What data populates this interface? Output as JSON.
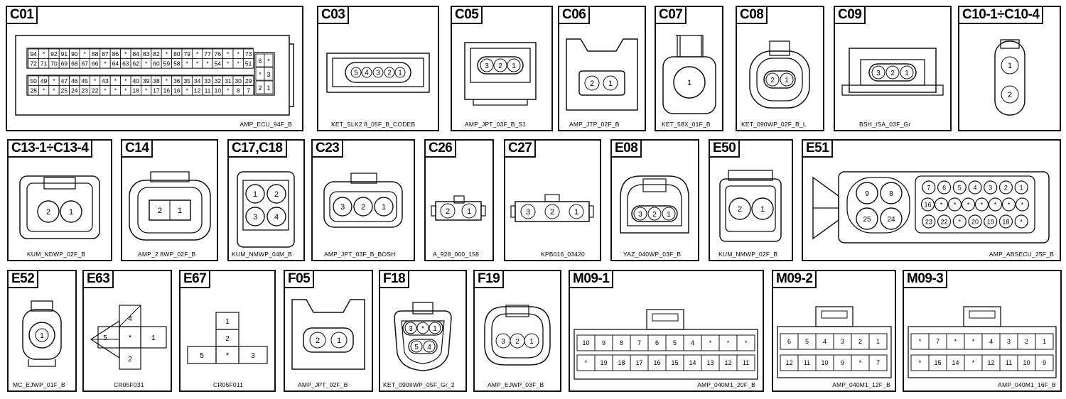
{
  "panels": [
    {
      "code": "C01",
      "caption": "AMP_ECU_94F_B"
    },
    {
      "code": "C03",
      "caption": "KET_SLK2 8_05F_B_CODEB",
      "pins": [
        "5",
        "4",
        "3",
        "2",
        "1"
      ]
    },
    {
      "code": "C05",
      "caption": "AMP_JPT_03F_B_S1",
      "pins": [
        "3",
        "2",
        "1"
      ]
    },
    {
      "code": "C06",
      "caption": "AMP_JTP_02F_B",
      "pins": [
        "2",
        "1"
      ]
    },
    {
      "code": "C07",
      "caption": "KET_58X_01F_B",
      "pins": [
        "1"
      ]
    },
    {
      "code": "C08",
      "caption": "KET_090WP_02F_B_L",
      "pins": [
        "2",
        "1"
      ]
    },
    {
      "code": "C09",
      "caption": "BSH_ISA_03F_Gr",
      "pins": [
        "3",
        "2",
        "1"
      ]
    },
    {
      "code": "C10-1÷C10-4",
      "caption": "",
      "pins": [
        "1",
        "2"
      ]
    },
    {
      "code": "C13-1÷C13-4",
      "caption": "KUM_NDWP_02F_B",
      "pins": [
        "2",
        "1"
      ]
    },
    {
      "code": "C14",
      "caption": "AMP_2 8WP_02F_B",
      "pins": [
        "2",
        "1"
      ]
    },
    {
      "code": "C17,C18",
      "caption": "KUM_NMWP_04M_B",
      "pins": [
        "1",
        "2",
        "3",
        "4"
      ]
    },
    {
      "code": "C23",
      "caption": "AMP_JPT_03F_B_BOSH",
      "pins": [
        "3",
        "2",
        "1"
      ]
    },
    {
      "code": "C26",
      "caption": "A_928_000_158",
      "pins": [
        "2",
        "1"
      ]
    },
    {
      "code": "C27",
      "caption": "KPB016_03420",
      "pins": [
        "3",
        "2",
        "1"
      ]
    },
    {
      "code": "E08",
      "caption": "YAZ_040WP_03F_B",
      "pins": [
        "3",
        "2",
        "1"
      ]
    },
    {
      "code": "E50",
      "caption": "KUM_NMWP_02F_B",
      "pins": [
        "2",
        "1"
      ]
    },
    {
      "code": "E51",
      "caption": "AMP_ABSECU_25F_B"
    },
    {
      "code": "E52",
      "caption": "MC_EJWP_01F_B",
      "pins": [
        "1"
      ]
    },
    {
      "code": "E63",
      "caption": "CR05F031",
      "pins": [
        "4",
        "5",
        "*",
        "1",
        "2"
      ]
    },
    {
      "code": "E67",
      "caption": "CR05F011",
      "pins": [
        "1",
        "2",
        "5",
        "*",
        "3"
      ]
    },
    {
      "code": "F05",
      "caption": "AMP_JPT_02F_B",
      "pins": [
        "2",
        "1"
      ]
    },
    {
      "code": "F18",
      "caption": "KET_090IIWP_05F_Gr_2",
      "pins": [
        "3",
        "*",
        "1",
        "5",
        "4"
      ]
    },
    {
      "code": "F19",
      "caption": "AMP_EJWP_03F_B",
      "pins": [
        "3",
        "2",
        "1"
      ]
    },
    {
      "code": "M09-1",
      "caption": "AMP_040M1_20F_B",
      "rows": [
        [
          "10",
          "9",
          "8",
          "7",
          "6",
          "5",
          "4",
          "*",
          "*",
          "*"
        ],
        [
          "*",
          "19",
          "18",
          "17",
          "16",
          "15",
          "14",
          "13",
          "12",
          "11"
        ]
      ]
    },
    {
      "code": "M09-2",
      "caption": "AMP_040M1_12F_B",
      "rows": [
        [
          "6",
          "5",
          "4",
          "3",
          "2",
          "1"
        ],
        [
          "12",
          "11",
          "10",
          "9",
          "*",
          "7"
        ]
      ]
    },
    {
      "code": "M09-3",
      "caption": "AMP_040M1_16F_B",
      "rows": [
        [
          "*",
          "7",
          "*",
          "*",
          "4",
          "3",
          "2",
          "1"
        ],
        [
          "*",
          "15",
          "14",
          "*",
          "12",
          "11",
          "10",
          "9"
        ]
      ]
    }
  ],
  "c01": {
    "rows": [
      [
        "94",
        "*",
        "92",
        "91",
        "90",
        "*",
        "88",
        "87",
        "86",
        "*",
        "84",
        "83",
        "82",
        "*",
        "80",
        "79",
        "*",
        "77",
        "76",
        "*",
        "*",
        "73"
      ],
      [
        "72",
        "71",
        "70",
        "69",
        "68",
        "67",
        "66",
        "*",
        "64",
        "63",
        "62",
        "*",
        "60",
        "59",
        "58",
        "*",
        "*",
        "*",
        "54",
        "*",
        "*",
        "51"
      ],
      [
        "50",
        "49",
        "*",
        "47",
        "46",
        "45",
        "*",
        "43",
        "*",
        "*",
        "40",
        "39",
        "38",
        "*",
        "36",
        "35",
        "34",
        "33",
        "32",
        "31",
        "30",
        "29"
      ],
      [
        "28",
        "*",
        "*",
        "25",
        "24",
        "23",
        "22",
        "*",
        "*",
        "*",
        "18",
        "*",
        "17",
        "16",
        "16",
        "*",
        "12",
        "11",
        "10",
        "*",
        "8",
        "7"
      ]
    ],
    "side": [
      [
        "6",
        "*"
      ],
      [
        "*",
        "3"
      ],
      [
        "2",
        "1"
      ]
    ]
  },
  "e51": {
    "big": [
      "9",
      "8",
      "25",
      "24"
    ],
    "rows": [
      [
        "7",
        "6",
        "5",
        "4",
        "3",
        "2",
        "1"
      ],
      [
        "16",
        "*",
        "*",
        "*",
        "*",
        "*",
        "*",
        "*"
      ],
      [
        "23",
        "22",
        "*",
        "20",
        "19",
        "18",
        "*"
      ]
    ]
  }
}
